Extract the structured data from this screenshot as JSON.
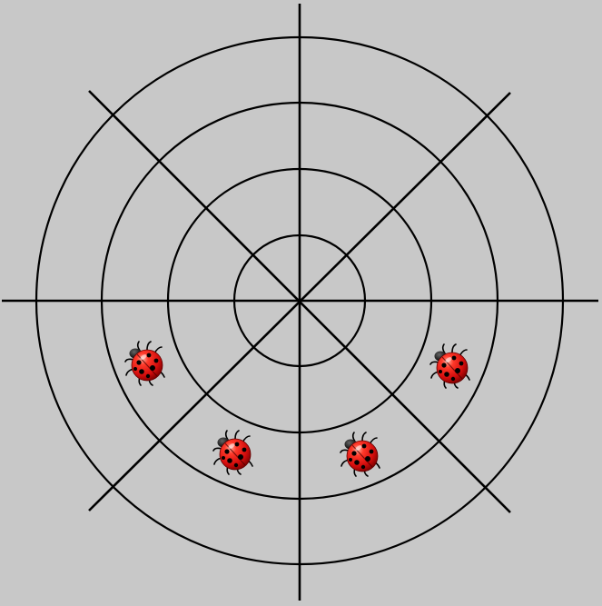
{
  "board": {
    "background": "#c8c8c8",
    "line_color": "#000000",
    "ring_count": 4,
    "spoke_count": 8
  },
  "ladybugs": [
    {
      "name": "ladybug-1",
      "icon": "ladybug-icon",
      "color": "#e01010"
    },
    {
      "name": "ladybug-2",
      "icon": "ladybug-icon",
      "color": "#e01010"
    },
    {
      "name": "ladybug-3",
      "icon": "ladybug-icon",
      "color": "#e01010"
    },
    {
      "name": "ladybug-4",
      "icon": "ladybug-icon",
      "color": "#e01010"
    }
  ]
}
